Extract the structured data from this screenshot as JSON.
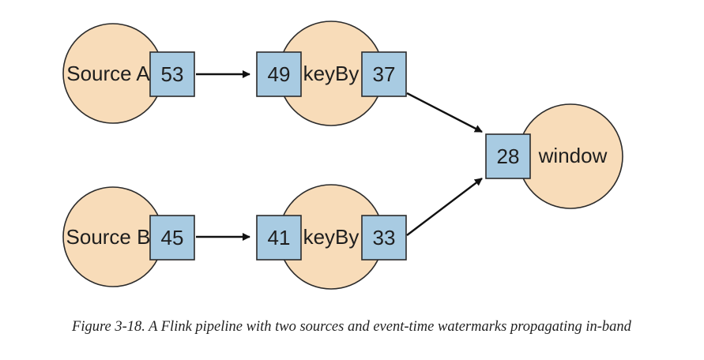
{
  "nodes": {
    "source_a": {
      "label": "Source A",
      "watermark": "53"
    },
    "source_b": {
      "label": "Source B",
      "watermark": "45"
    },
    "keyby_top": {
      "label": "keyBy",
      "watermark_in": "49",
      "watermark_out": "37"
    },
    "keyby_bottom": {
      "label": "keyBy",
      "watermark_in": "41",
      "watermark_out": "33"
    },
    "window": {
      "label": "window",
      "watermark_in": "28"
    }
  },
  "colors": {
    "operator_fill": "#f8dcb9",
    "watermark_fill": "#a8cbe2"
  },
  "caption": "Figure 3-18. A Flink pipeline with two sources and event-time watermarks propagating in-band"
}
